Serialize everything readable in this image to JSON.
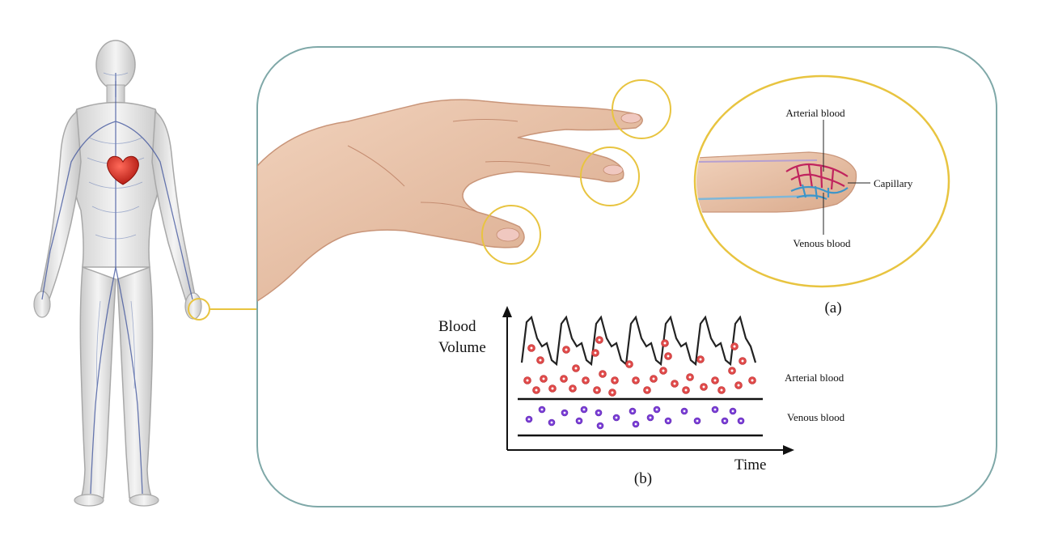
{
  "inset_a": {
    "label_arterial": "Arterial blood",
    "label_capillary": "Capillary",
    "label_venous": "Venous blood",
    "caption": "(a)"
  },
  "inset_b": {
    "ylabel_line1": "Blood",
    "ylabel_line2": "Volume",
    "xlabel": "Time",
    "label_arterial": "Arterial blood",
    "label_venous": "Venous blood",
    "caption": "(b)"
  },
  "colors": {
    "frame": "#7fa8a8",
    "highlight_ring": "#e8c440",
    "heart": "#d42a1e",
    "vein": "#3a4f9a",
    "arterial_dot": "#e04a4a",
    "venous_dot": "#7a3ed6",
    "skin": "#e9c3a8"
  }
}
